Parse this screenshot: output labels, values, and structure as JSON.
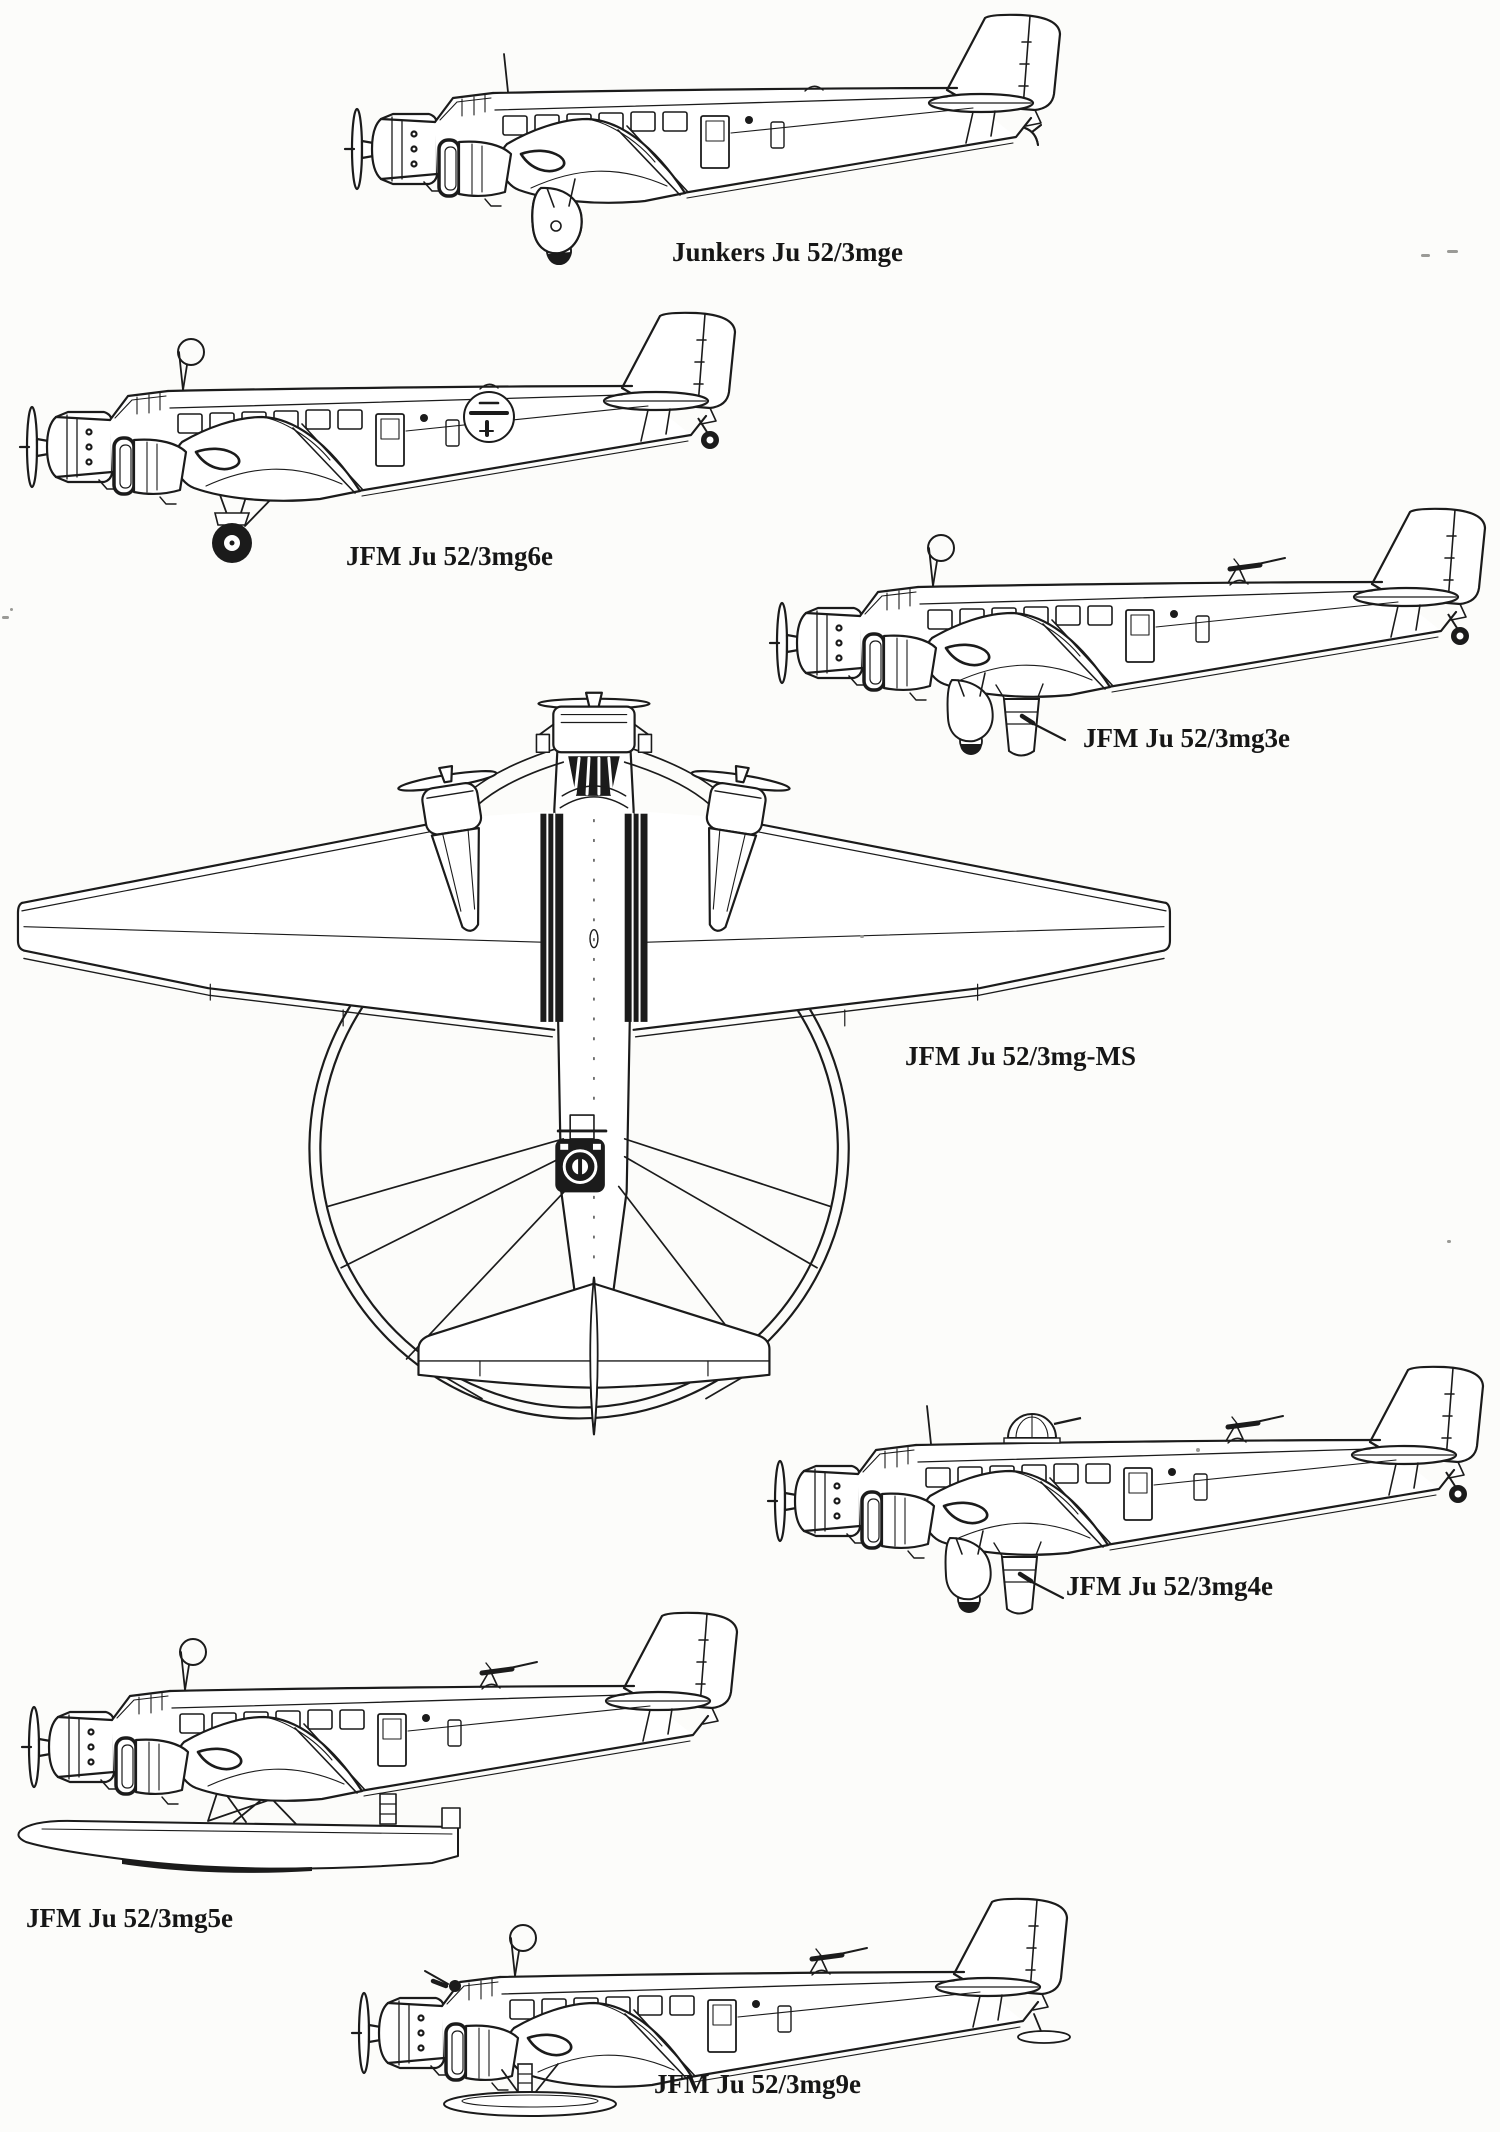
{
  "page": {
    "kind": "scanned aircraft profile sheet",
    "paper_color": "#fcfcfa",
    "ink_color": "#1b1b1b"
  },
  "figures": [
    {
      "id": "ju52-3mge",
      "label": "Junkers Ju 52/3mge",
      "view": "side profile, spatted wheels, tail skid"
    },
    {
      "id": "ju52-3mg6e",
      "label": "JFM Ju 52/3mg6e",
      "view": "side profile, exposed wheels, fuselage roundel, DF loop"
    },
    {
      "id": "ju52-3mg3e",
      "label": "JFM Ju 52/3mg3e",
      "view": "side profile, dorsal MG, ventral dustbin turret"
    },
    {
      "id": "ju52-3mg-ms",
      "label": "JFM Ju 52/3mg-MS",
      "view": "top plan view with mine-sweeping ring"
    },
    {
      "id": "ju52-3mg4e",
      "label": "JFM Ju 52/3mg4e",
      "view": "side profile, dome turret, dorsal MG, dustbin"
    },
    {
      "id": "ju52-3mg5e",
      "label": "JFM Ju 52/3mg5e",
      "view": "side profile, twin floats"
    },
    {
      "id": "ju52-3mg9e",
      "label": "JFM Ju 52/3mg9e",
      "view": "side profile, ski landing gear, nose MG"
    }
  ]
}
